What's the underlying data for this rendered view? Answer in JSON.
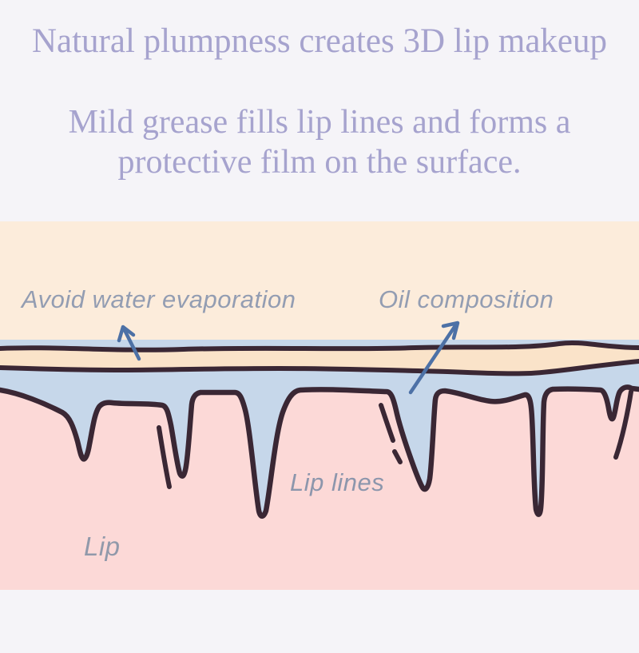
{
  "header": {
    "title": "Natural plumpness creates 3D lip makeup",
    "subtitle_line1": "Mild grease fills lip lines and forms a",
    "subtitle_line2": "protective film on the surface."
  },
  "diagram": {
    "labels": {
      "avoid_water_evaporation": "Avoid water evaporation",
      "oil_composition": "Oil composition",
      "lip_lines": "Lip lines",
      "lip": "Lip"
    },
    "colors": {
      "page_background": "#f5f4f8",
      "title_text": "#a6a3ce",
      "label_text": "#939db2",
      "peach_surface": "#fcecdb",
      "oil_film_fill": "#fae3c9",
      "grease_blue": "#c6d7ea",
      "lip_pink": "#fcd9d7",
      "outline_dark": "#3a2734",
      "arrow_blue": "#4d71a6"
    }
  }
}
